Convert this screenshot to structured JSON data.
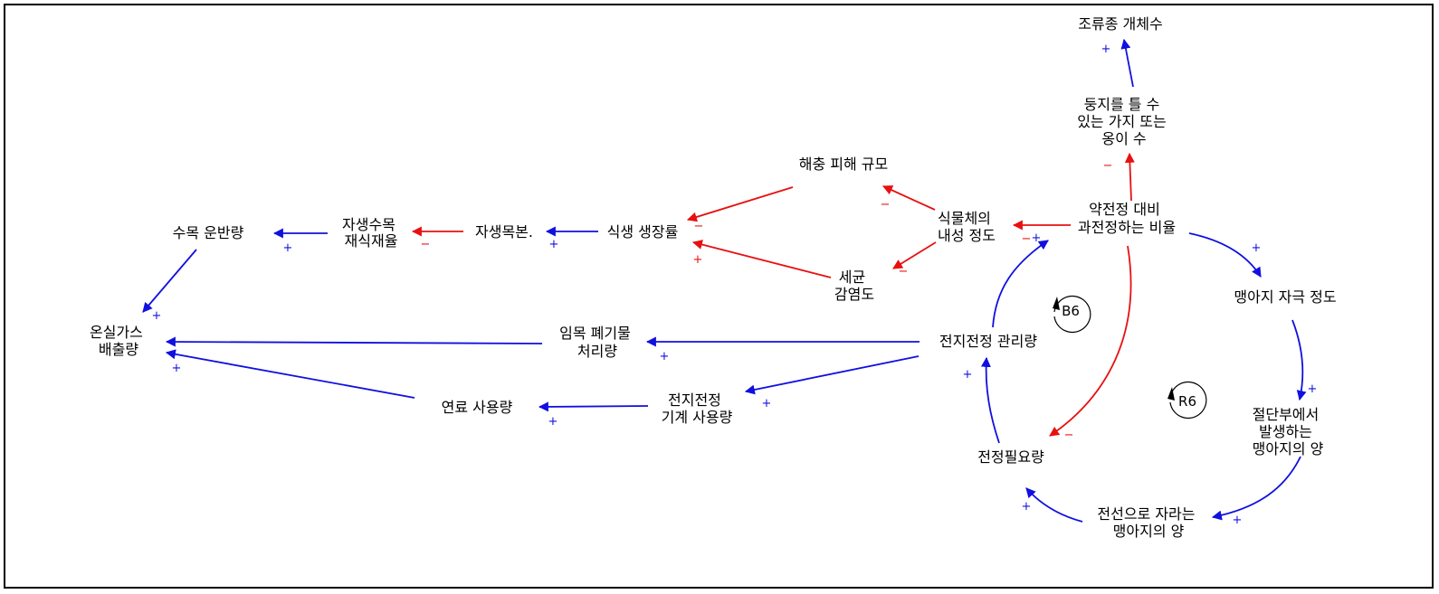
{
  "colors": {
    "positive": "#1010e0",
    "negative": "#e81010",
    "text": "#000000",
    "frame": "#000000"
  },
  "nodes": {
    "bird_species": {
      "lines": [
        "조류종 개체수"
      ]
    },
    "nest_branches": {
      "lines": [
        "둥지를 틀 수",
        "있는 가지 또는",
        "옹이 수"
      ]
    },
    "pest_damage": {
      "lines": [
        "해충 피해 규모"
      ]
    },
    "weak_vs_strong": {
      "lines": [
        "약전정 대비",
        "과전정하는 비율"
      ]
    },
    "plant_tolerance": {
      "lines": [
        "식물체의",
        "내성 정도"
      ]
    },
    "vegetation_growth": {
      "lines": [
        "식생 생장률"
      ]
    },
    "natural_regrowth": {
      "lines": [
        "자생목본."
      ]
    },
    "natural_replant": {
      "lines": [
        "자생수목",
        "재식재율"
      ]
    },
    "tree_transport": {
      "lines": [
        "수목 운반량"
      ]
    },
    "fungal_infection": {
      "lines": [
        "세균",
        "감염도"
      ]
    },
    "sprout_stimulus": {
      "lines": [
        "맹아지 자극 정도"
      ]
    },
    "ghg_emission": {
      "lines": [
        "온실가스",
        "배출량"
      ]
    },
    "wood_waste": {
      "lines": [
        "임목 폐기물",
        "처리량"
      ]
    },
    "pruning_mgmt": {
      "lines": [
        "전지전정 관리량"
      ]
    },
    "machine_use": {
      "lines": [
        "전지전정",
        "기계 사용량"
      ]
    },
    "fuel_use": {
      "lines": [
        "연료 사용량"
      ]
    },
    "sprouts_from_cut": {
      "lines": [
        "절단부에서",
        "발생하는",
        "맹아지의 양"
      ]
    },
    "pruning_need": {
      "lines": [
        "전정필요량"
      ]
    },
    "sprouts_to_wire": {
      "lines": [
        "전선으로 자라는",
        "맹아지의 양"
      ]
    }
  },
  "edges": [
    {
      "from": "nest_branches",
      "to": "bird_species",
      "sign": "+"
    },
    {
      "from": "weak_vs_strong",
      "to": "nest_branches",
      "sign": "−"
    },
    {
      "from": "weak_vs_strong",
      "to": "plant_tolerance",
      "sign": "−"
    },
    {
      "from": "weak_vs_strong",
      "to": "sprout_stimulus",
      "sign": "+"
    },
    {
      "from": "weak_vs_strong",
      "to": "pruning_need",
      "sign": "−"
    },
    {
      "from": "plant_tolerance",
      "to": "pest_damage",
      "sign": "−"
    },
    {
      "from": "plant_tolerance",
      "to": "fungal_infection",
      "sign": "−"
    },
    {
      "from": "pest_damage",
      "to": "vegetation_growth",
      "sign": "−"
    },
    {
      "from": "fungal_infection",
      "to": "vegetation_growth",
      "sign": "+"
    },
    {
      "from": "vegetation_growth",
      "to": "natural_regrowth",
      "sign": "+"
    },
    {
      "from": "natural_regrowth",
      "to": "natural_replant",
      "sign": "−"
    },
    {
      "from": "natural_replant",
      "to": "tree_transport",
      "sign": "+"
    },
    {
      "from": "tree_transport",
      "to": "ghg_emission",
      "sign": "+"
    },
    {
      "from": "wood_waste",
      "to": "ghg_emission",
      "sign": "+"
    },
    {
      "from": "fuel_use",
      "to": "ghg_emission",
      "sign": "+"
    },
    {
      "from": "pruning_mgmt",
      "to": "wood_waste",
      "sign": "+"
    },
    {
      "from": "pruning_mgmt",
      "to": "machine_use",
      "sign": "+"
    },
    {
      "from": "machine_use",
      "to": "fuel_use",
      "sign": "+"
    },
    {
      "from": "pruning_mgmt",
      "to": "weak_vs_strong",
      "sign": "+"
    },
    {
      "from": "sprout_stimulus",
      "to": "sprouts_from_cut",
      "sign": "+"
    },
    {
      "from": "sprouts_from_cut",
      "to": "sprouts_to_wire",
      "sign": "+"
    },
    {
      "from": "sprouts_to_wire",
      "to": "pruning_need",
      "sign": "+"
    },
    {
      "from": "pruning_need",
      "to": "pruning_mgmt",
      "sign": "+"
    }
  ],
  "loops": [
    {
      "id": "B6",
      "label": "B6"
    },
    {
      "id": "R6",
      "label": "R6"
    }
  ]
}
